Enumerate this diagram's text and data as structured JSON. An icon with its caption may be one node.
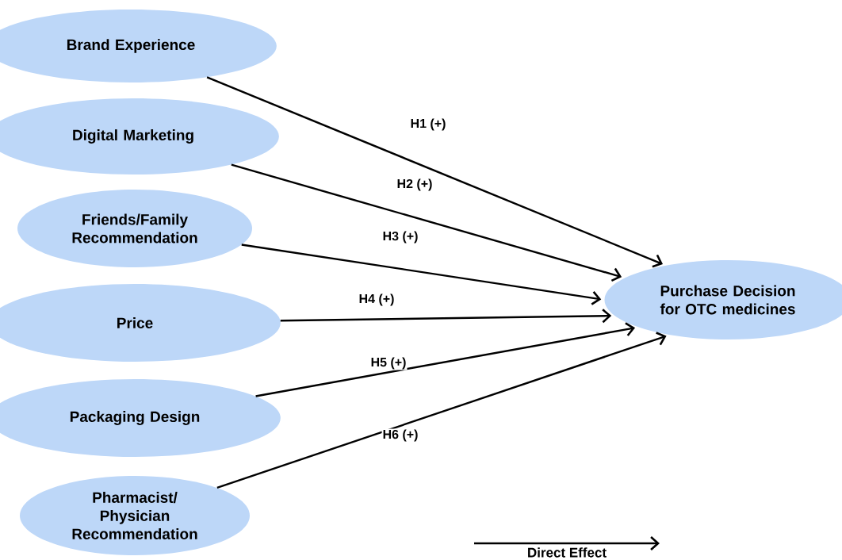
{
  "diagram": {
    "nodes": [
      {
        "text": [
          "Brand Experience"
        ]
      },
      {
        "text": [
          "Digital Marketing"
        ]
      },
      {
        "text": [
          "Friends/Family Recommendation"
        ]
      },
      {
        "text": [
          "Price"
        ]
      },
      {
        "text": [
          "Packaging Design"
        ]
      },
      {
        "text": [
          "Pharmacist/ Physician Recommendation"
        ]
      },
      {
        "text": [
          "Purchase Decision for OTC medicines"
        ]
      }
    ],
    "edges": [
      {
        "from": 0,
        "to": 6,
        "arrow": "to",
        "label": "H1 (+)"
      },
      {
        "from": 1,
        "to": 6,
        "arrow": "to",
        "label": "H2 (+)"
      },
      {
        "from": 2,
        "to": 6,
        "arrow": "to",
        "label": "H3 (+)"
      },
      {
        "from": 3,
        "to": 6,
        "arrow": "to",
        "label": "H4 (+)"
      },
      {
        "from": 4,
        "to": 6,
        "arrow": "to",
        "label": "H5 (+)"
      },
      {
        "from": 5,
        "to": 6,
        "arrow": "to",
        "label": "H6 (+)"
      }
    ],
    "legend": [
      {
        "text": "Direct Effect"
      }
    ]
  }
}
